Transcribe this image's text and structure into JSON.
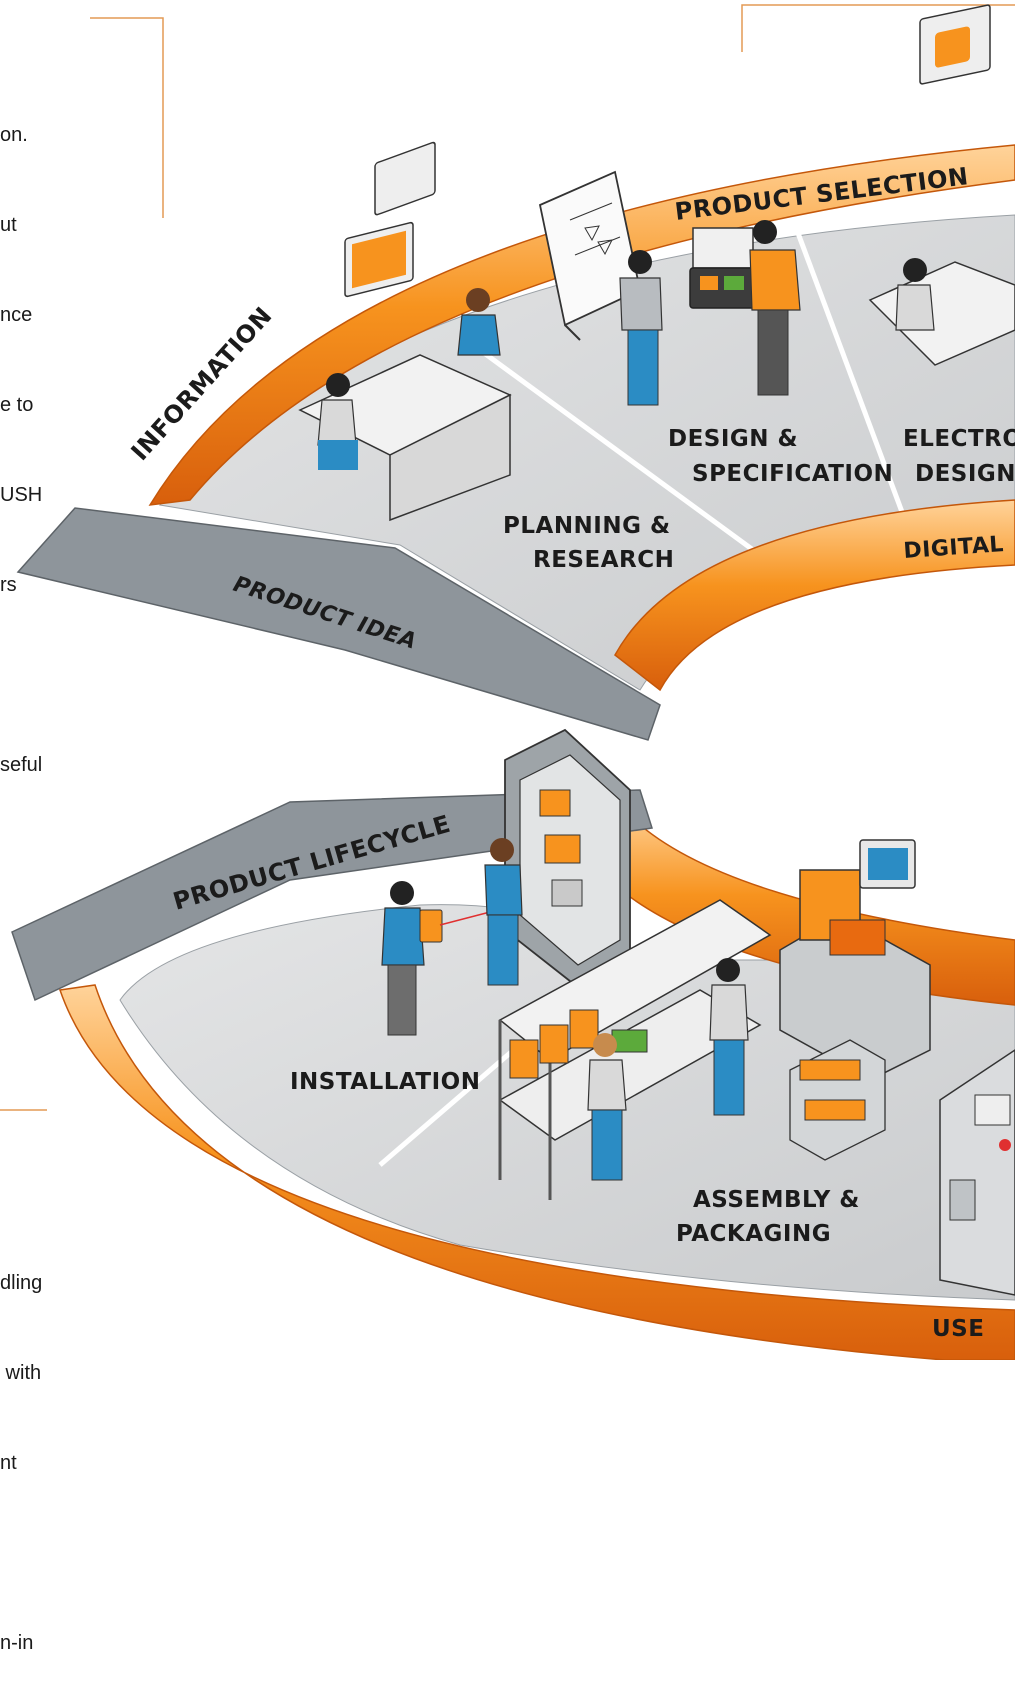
{
  "top_left_text": [
    "on.",
    "ut",
    "nce",
    "e to",
    "USH",
    "rs",
    "",
    "seful"
  ],
  "bottom_left_text": [
    "dling",
    " with",
    "nt",
    "",
    "n-in"
  ],
  "arcs": {
    "information": "INFORMATION",
    "product_selection": "PRODUCT SELECTION",
    "digital": "DIGITAL",
    "use": "USE"
  },
  "banners": {
    "product_idea": "PRODUCT IDEA",
    "product_lifecycle": "PRODUCT LIFECYCLE"
  },
  "stages": {
    "planning_research": [
      "PLANNING &",
      "RESEARCH"
    ],
    "design_specification": [
      "DESIGN &",
      "SPECIFICATION"
    ],
    "electronic_design": [
      "ELECTRON",
      "DESIGN"
    ],
    "installation": "INSTALLATION",
    "assembly_packaging": [
      "ASSEMBLY &",
      "PACKAGING"
    ]
  },
  "colors": {
    "accent_orange": "#f7931e",
    "deep_orange": "#e86a10",
    "banner_gray": "#8e959b",
    "floor_gray": "#d4d6d8",
    "worker_blue": "#2b8cc4"
  }
}
